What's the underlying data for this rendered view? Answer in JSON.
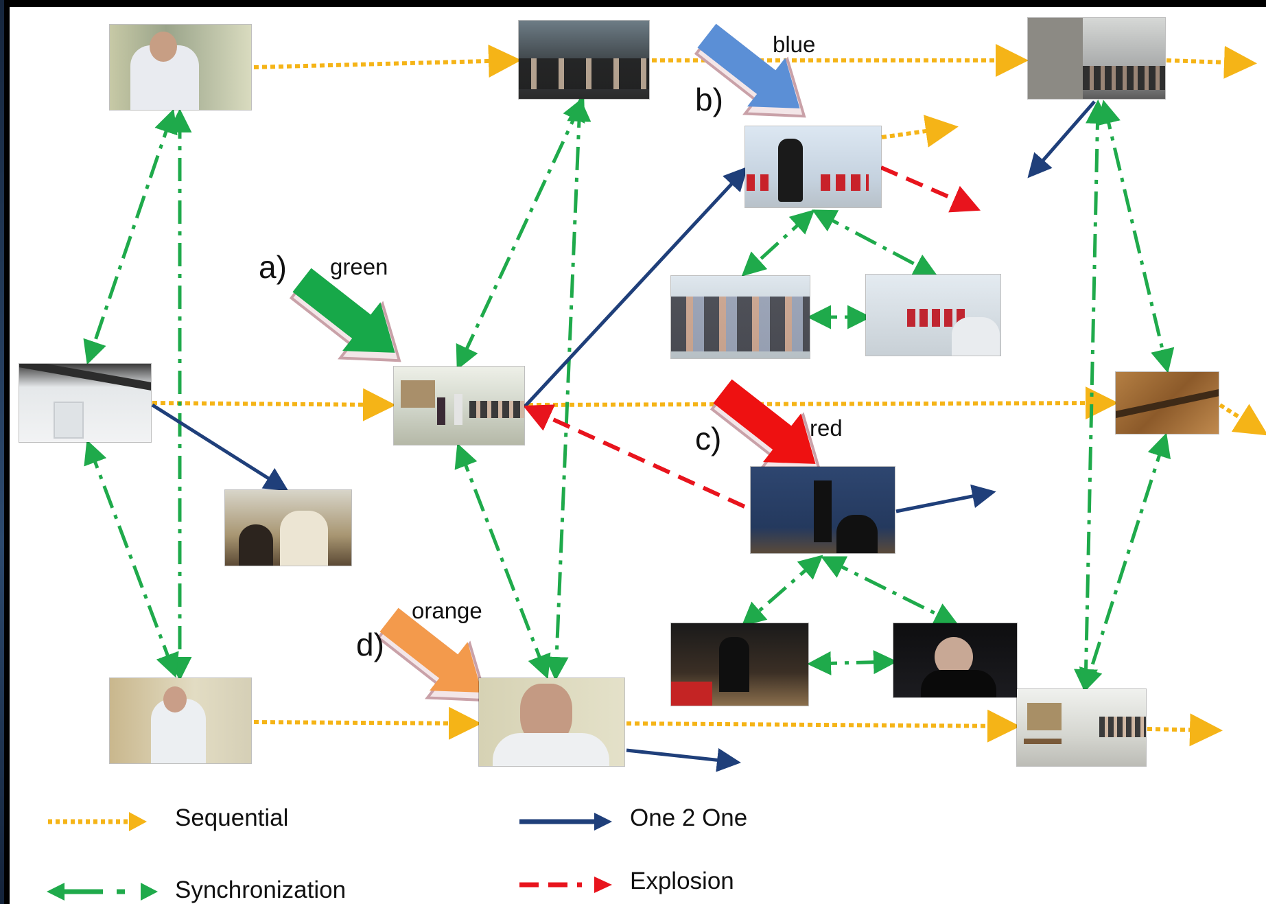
{
  "panel_labels": {
    "a": "a)",
    "b": "b)",
    "c": "c)",
    "d": "d)"
  },
  "color_names": {
    "green": "green",
    "blue": "blue",
    "red": "red",
    "orange": "orange"
  },
  "legend": {
    "sequential": "Sequential",
    "one2one": "One 2 One",
    "synchronization": "Synchronization",
    "explosion": "Explosion"
  },
  "colors": {
    "sequential": "#f5b417",
    "synchronization": "#1faa4b",
    "one2one": "#1f3f7a",
    "explosion": "#e8141d",
    "green_pointer": "#17a849",
    "blue_pointer": "#5b8fd6",
    "red_pointer": "#ee1111",
    "orange_pointer": "#f39a4c"
  },
  "icons": {
    "sequential": "dotted-arrow",
    "one2one": "solid-arrow",
    "synchronization": "dash-dot-double-arrow",
    "explosion": "dashed-arrow"
  }
}
